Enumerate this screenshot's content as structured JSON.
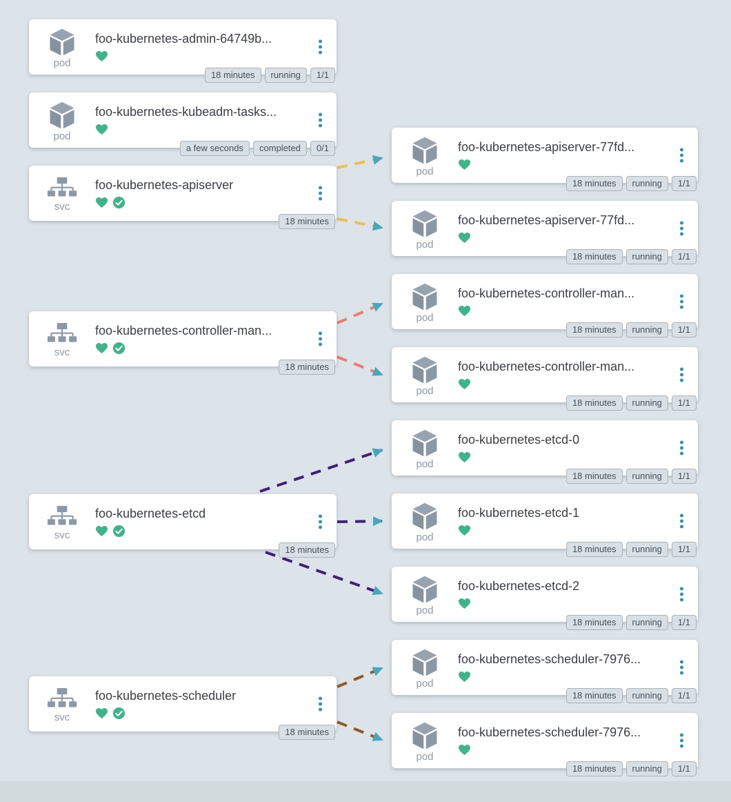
{
  "colors": {
    "background": "#dde4e9",
    "card": "#ffffff",
    "icon_gray": "#8b99a6",
    "healthy_green": "#3eb489",
    "menu_teal": "#2b93ad",
    "badge_bg": "#d9e0e5",
    "badge_border": "#a9b3ba",
    "badge_text": "#47505a",
    "title_text": "#3a3f45",
    "arrow": "#4aa6bc"
  },
  "nodes": [
    {
      "id": "pod-admin",
      "kind": "pod",
      "title": "foo-kubernetes-admin-64749b...",
      "badges": [
        "18 minutes",
        "running",
        "1/1"
      ]
    },
    {
      "id": "pod-kubeadm-tasks",
      "kind": "pod",
      "title": "foo-kubernetes-kubeadm-tasks...",
      "badges": [
        "a few seconds",
        "completed",
        "0/1"
      ]
    },
    {
      "id": "svc-apiserver",
      "kind": "svc",
      "title": "foo-kubernetes-apiserver",
      "badges": [
        "18 minutes"
      ]
    },
    {
      "id": "svc-controller-manager",
      "kind": "svc",
      "title": "foo-kubernetes-controller-man...",
      "badges": [
        "18 minutes"
      ]
    },
    {
      "id": "svc-etcd",
      "kind": "svc",
      "title": "foo-kubernetes-etcd",
      "badges": [
        "18 minutes"
      ]
    },
    {
      "id": "svc-scheduler",
      "kind": "svc",
      "title": "foo-kubernetes-scheduler",
      "badges": [
        "18 minutes"
      ]
    },
    {
      "id": "pod-apiserver-1",
      "kind": "pod",
      "title": "foo-kubernetes-apiserver-77fd...",
      "badges": [
        "18 minutes",
        "running",
        "1/1"
      ]
    },
    {
      "id": "pod-apiserver-2",
      "kind": "pod",
      "title": "foo-kubernetes-apiserver-77fd...",
      "badges": [
        "18 minutes",
        "running",
        "1/1"
      ]
    },
    {
      "id": "pod-controller-manager-1",
      "kind": "pod",
      "title": "foo-kubernetes-controller-man...",
      "badges": [
        "18 minutes",
        "running",
        "1/1"
      ]
    },
    {
      "id": "pod-controller-manager-2",
      "kind": "pod",
      "title": "foo-kubernetes-controller-man...",
      "badges": [
        "18 minutes",
        "running",
        "1/1"
      ]
    },
    {
      "id": "pod-etcd-0",
      "kind": "pod",
      "title": "foo-kubernetes-etcd-0",
      "badges": [
        "18 minutes",
        "running",
        "1/1"
      ]
    },
    {
      "id": "pod-etcd-1",
      "kind": "pod",
      "title": "foo-kubernetes-etcd-1",
      "badges": [
        "18 minutes",
        "running",
        "1/1"
      ]
    },
    {
      "id": "pod-etcd-2",
      "kind": "pod",
      "title": "foo-kubernetes-etcd-2",
      "badges": [
        "18 minutes",
        "running",
        "1/1"
      ]
    },
    {
      "id": "pod-scheduler-1",
      "kind": "pod",
      "title": "foo-kubernetes-scheduler-7976...",
      "badges": [
        "18 minutes",
        "running",
        "1/1"
      ]
    },
    {
      "id": "pod-scheduler-2",
      "kind": "pod",
      "title": "foo-kubernetes-scheduler-7976...",
      "badges": [
        "18 minutes",
        "running",
        "1/1"
      ]
    }
  ],
  "edges": [
    {
      "from": "svc-apiserver",
      "to": "pod-apiserver-1",
      "color": "#ecbf4e"
    },
    {
      "from": "svc-apiserver",
      "to": "pod-apiserver-2",
      "color": "#ecbf4e"
    },
    {
      "from": "svc-controller-manager",
      "to": "pod-controller-manager-1",
      "color": "#e97d70"
    },
    {
      "from": "svc-controller-manager",
      "to": "pod-controller-manager-2",
      "color": "#e97d70"
    },
    {
      "from": "svc-etcd",
      "to": "pod-etcd-0",
      "color": "#41207a"
    },
    {
      "from": "svc-etcd",
      "to": "pod-etcd-1",
      "color": "#41207a"
    },
    {
      "from": "svc-etcd",
      "to": "pod-etcd-2",
      "color": "#41207a"
    },
    {
      "from": "svc-scheduler",
      "to": "pod-scheduler-1",
      "color": "#8f5a26"
    },
    {
      "from": "svc-scheduler",
      "to": "pod-scheduler-2",
      "color": "#8f5a26"
    }
  ]
}
